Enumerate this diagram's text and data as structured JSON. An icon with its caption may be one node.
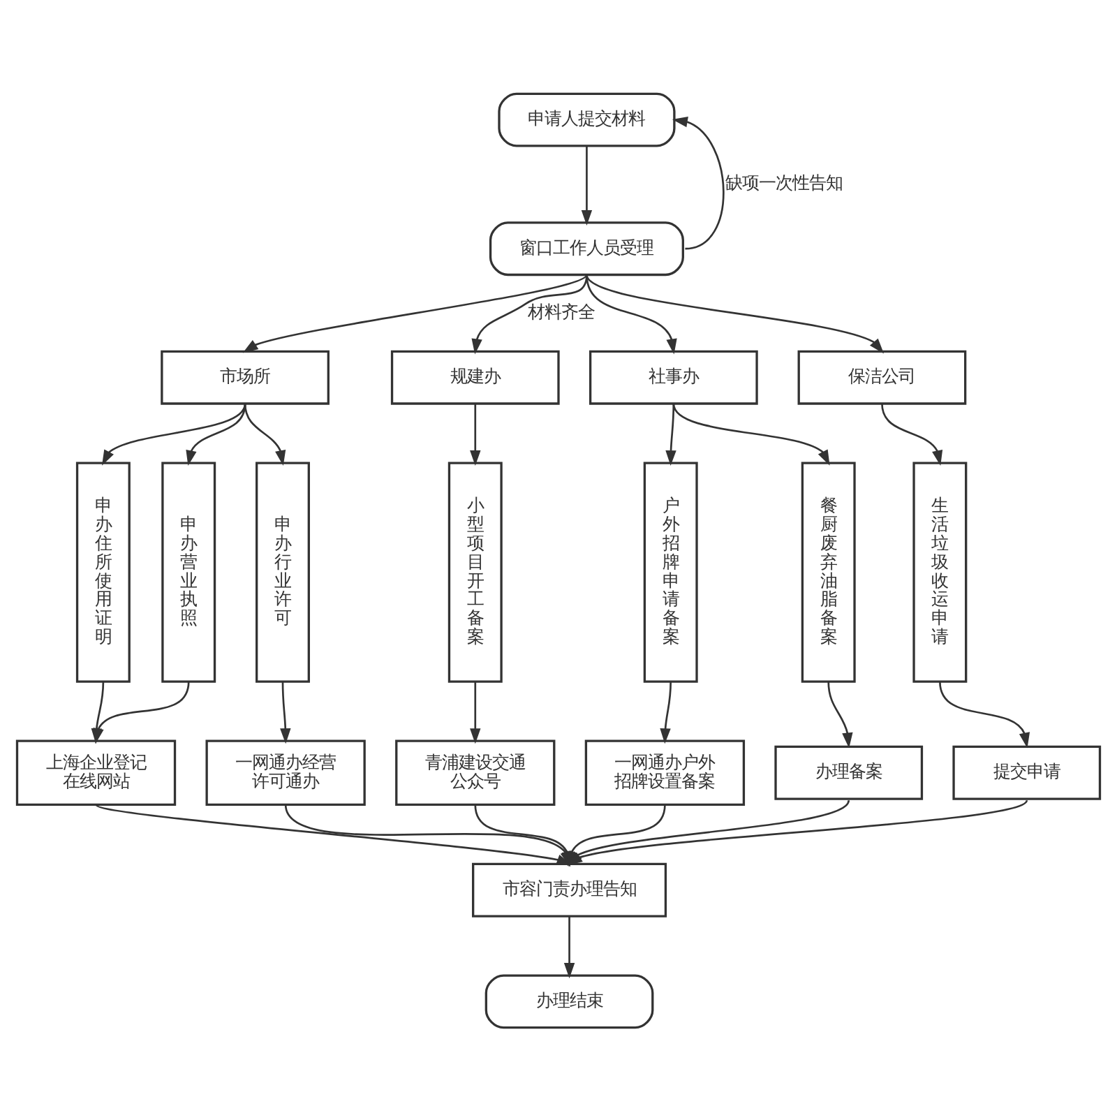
{
  "diagram": {
    "nodes": [
      {
        "text": [
          "申请人提交材料"
        ]
      },
      {
        "text": [
          "窗口工作人员受理"
        ]
      },
      {
        "text": [
          "市场所"
        ]
      },
      {
        "text": [
          "规建办"
        ]
      },
      {
        "text": [
          "社事办"
        ]
      },
      {
        "text": [
          "保洁公司"
        ]
      },
      {
        "text": [
          "申办住所使用证明"
        ]
      },
      {
        "text": [
          "申办营业执照"
        ]
      },
      {
        "text": [
          "申办行业许可"
        ]
      },
      {
        "text": [
          "小型项目开工备案"
        ]
      },
      {
        "text": [
          "户外招牌申请备案"
        ]
      },
      {
        "text": [
          "餐厨废弃油脂备案"
        ]
      },
      {
        "text": [
          "生活垃圾收运申请"
        ]
      },
      {
        "text": [
          "上海企业登记在线网站"
        ]
      },
      {
        "text": [
          "一网通办经营许可通办"
        ]
      },
      {
        "text": [
          "青浦建设交通公众号"
        ]
      },
      {
        "text": [
          "一网通办户外招牌设置备案"
        ]
      },
      {
        "text": [
          "办理备案"
        ]
      },
      {
        "text": [
          "提交申请"
        ]
      },
      {
        "text": [
          "市容门责办理告知"
        ]
      },
      {
        "text": [
          "办理结束"
        ]
      }
    ],
    "edges": [
      {
        "from": 0,
        "to": 1,
        "arrow": "to"
      },
      {
        "from": 1,
        "to": 0,
        "arrow": "to",
        "label": "缺项一次性告知"
      },
      {
        "from": 1,
        "to": 2,
        "arrow": "to"
      },
      {
        "from": 1,
        "to": 3,
        "arrow": "to",
        "label": "材料齐全"
      },
      {
        "from": 1,
        "to": 4,
        "arrow": "to"
      },
      {
        "from": 1,
        "to": 5,
        "arrow": "to"
      },
      {
        "from": 2,
        "to": 6,
        "arrow": "to"
      },
      {
        "from": 2,
        "to": 7,
        "arrow": "to"
      },
      {
        "from": 2,
        "to": 8,
        "arrow": "to"
      },
      {
        "from": 3,
        "to": 9,
        "arrow": "to"
      },
      {
        "from": 4,
        "to": 10,
        "arrow": "to"
      },
      {
        "from": 4,
        "to": 11,
        "arrow": "to"
      },
      {
        "from": 5,
        "to": 12,
        "arrow": "to"
      },
      {
        "from": 6,
        "to": 13,
        "arrow": "to"
      },
      {
        "from": 7,
        "to": 13,
        "arrow": "to"
      },
      {
        "from": 8,
        "to": 14,
        "arrow": "to"
      },
      {
        "from": 9,
        "to": 15,
        "arrow": "to"
      },
      {
        "from": 10,
        "to": 16,
        "arrow": "to"
      },
      {
        "from": 11,
        "to": 17,
        "arrow": "to"
      },
      {
        "from": 12,
        "to": 18,
        "arrow": "to"
      },
      {
        "from": 13,
        "to": 19,
        "arrow": "to"
      },
      {
        "from": 14,
        "to": 19,
        "arrow": "to"
      },
      {
        "from": 15,
        "to": 19,
        "arrow": "to"
      },
      {
        "from": 16,
        "to": 19,
        "arrow": "to"
      },
      {
        "from": 17,
        "to": 19,
        "arrow": "to"
      },
      {
        "from": 18,
        "to": 19,
        "arrow": "to"
      },
      {
        "from": 19,
        "to": 20,
        "arrow": "to"
      }
    ]
  }
}
